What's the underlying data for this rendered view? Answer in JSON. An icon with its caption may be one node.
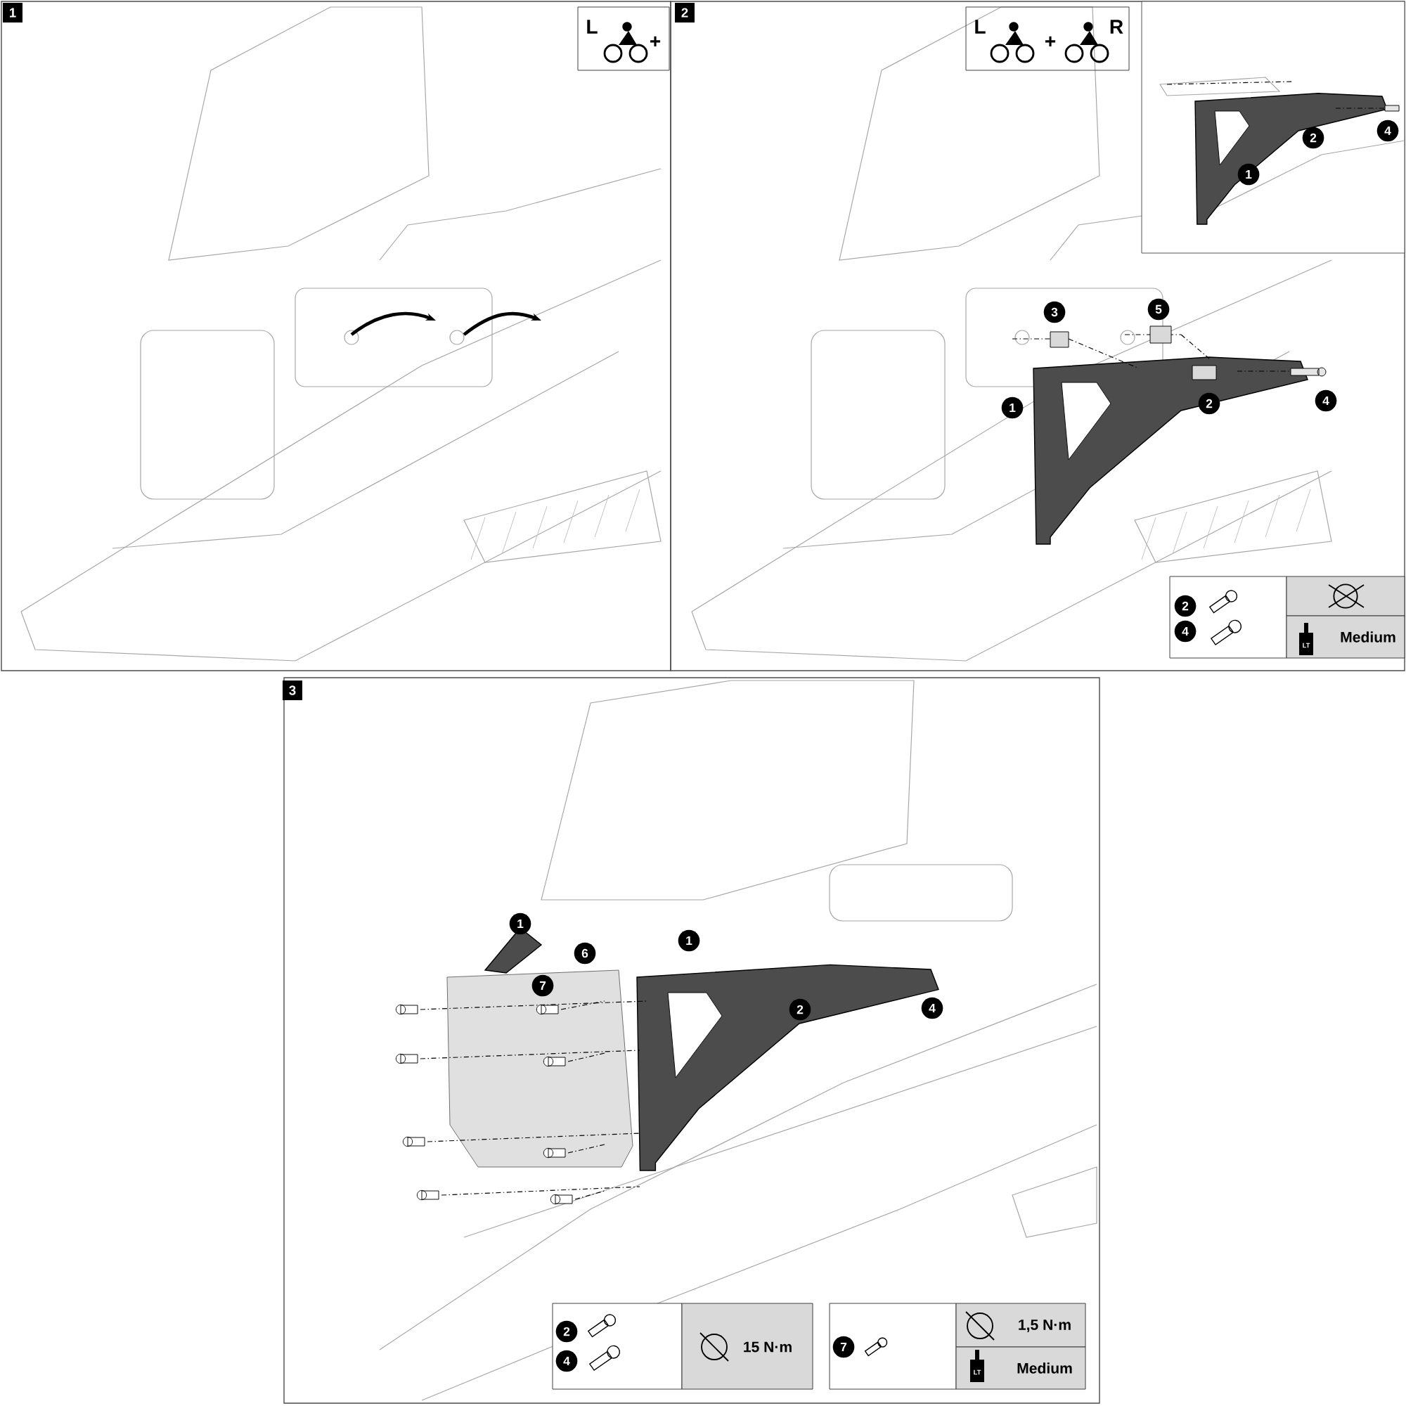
{
  "diagram": {
    "labels": [
      "1",
      "L",
      "+",
      "2",
      "L",
      "+",
      "R",
      "2",
      "4",
      "1",
      "3",
      "5",
      "1",
      "2",
      "4",
      "2",
      "4",
      "LT",
      "Medium",
      "3",
      "1",
      "6",
      "1",
      "7",
      "2",
      "4",
      "2",
      "4",
      "15 N·m",
      "7",
      "1,5 N·m",
      "LT",
      "Medium"
    ]
  }
}
